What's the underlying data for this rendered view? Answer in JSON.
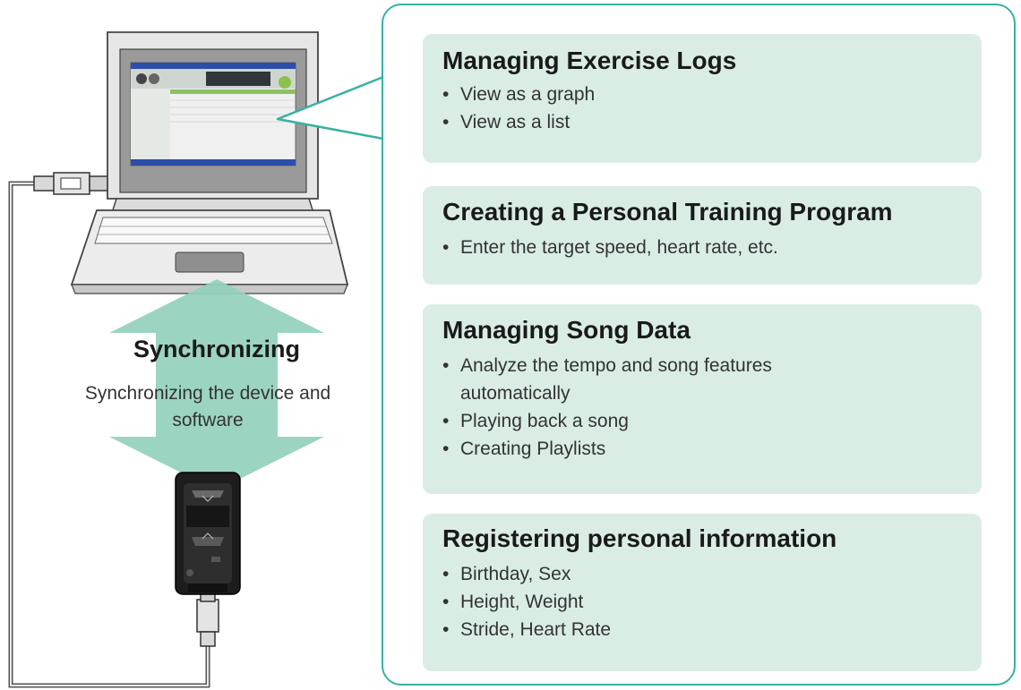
{
  "sync": {
    "title": "Synchronizing",
    "description": "Synchronizing the device and software"
  },
  "cards": [
    {
      "title": "Managing Exercise Logs",
      "items": [
        "View as a graph",
        "View as a list"
      ]
    },
    {
      "title": "Creating a Personal Training Program",
      "items": [
        "Enter the target speed, heart rate, etc."
      ]
    },
    {
      "title": "Managing Song Data",
      "items": [
        "Analyze the tempo and song features automatically",
        "Playing back a song",
        "Creating Playlists"
      ]
    },
    {
      "title": "Registering personal information",
      "items": [
        "Birthday, Sex",
        "Height, Weight",
        "Stride, Heart Rate"
      ]
    }
  ],
  "colors": {
    "accent": "#37b1a3",
    "card_fill": "#d9ede5",
    "arrow_fill": "#93d1bd"
  },
  "icons": [
    "laptop-icon",
    "usb-cable-icon",
    "device-cradle-icon",
    "double-arrow-icon"
  ]
}
